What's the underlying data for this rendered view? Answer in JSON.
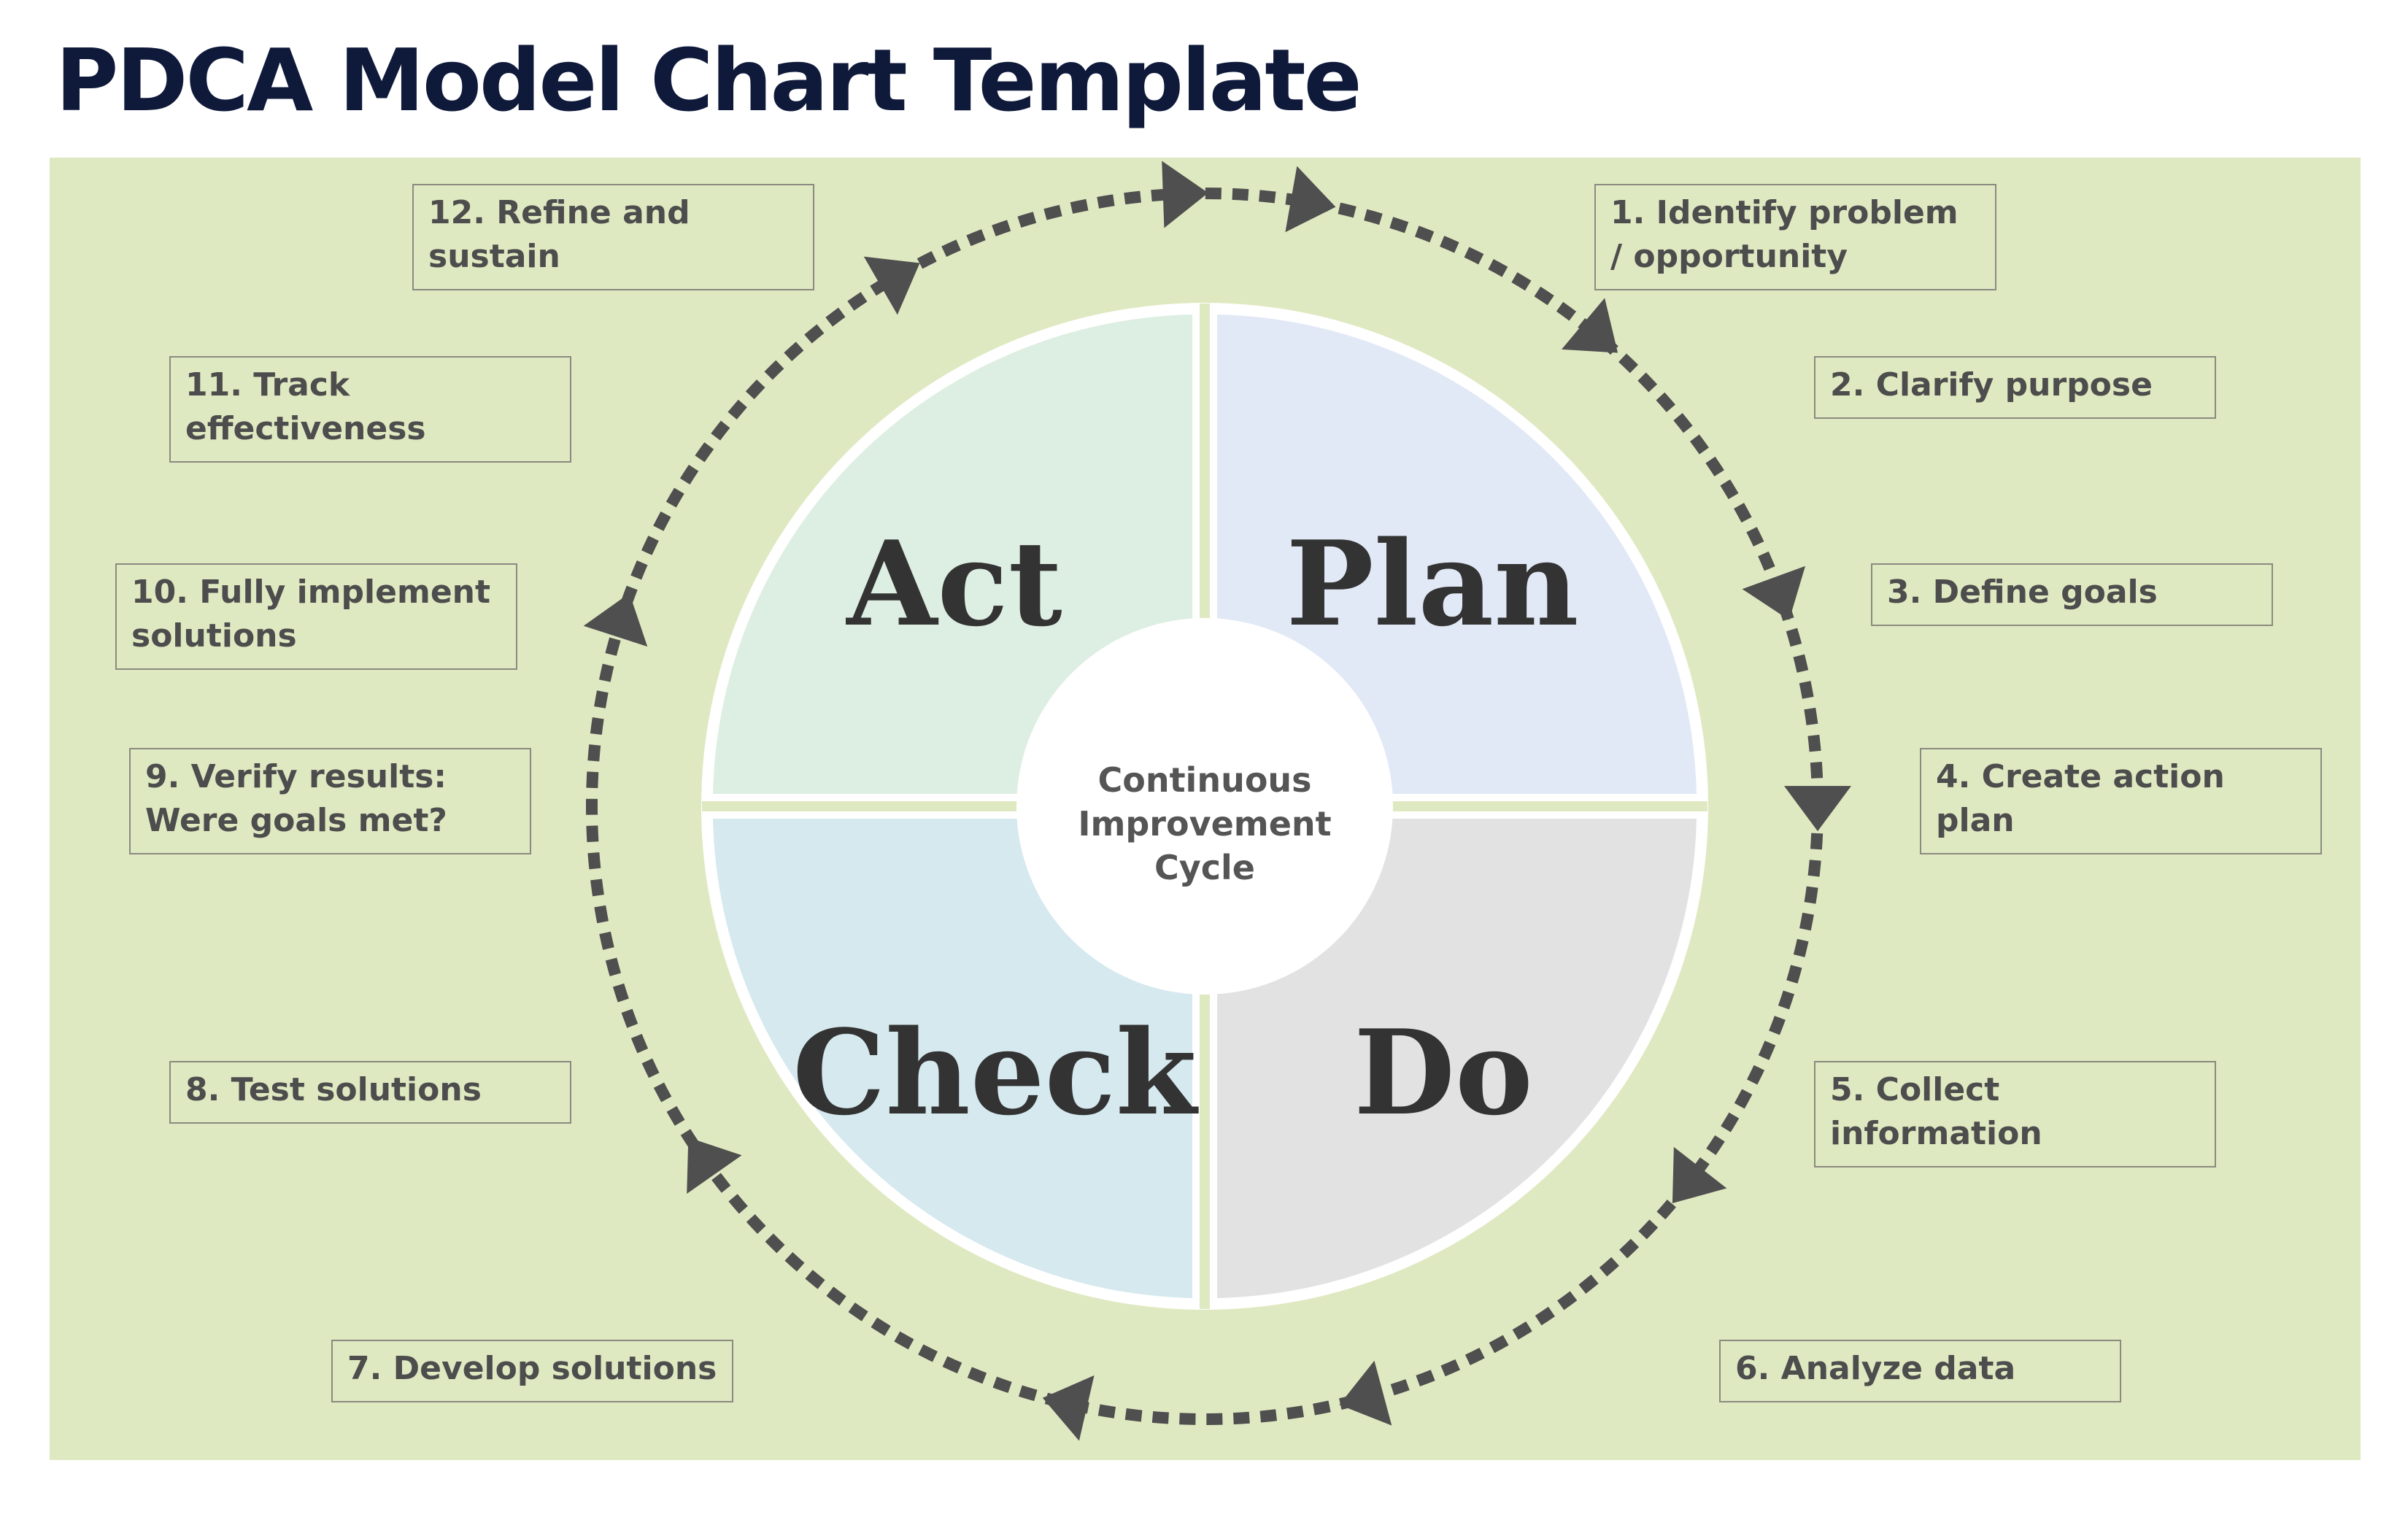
{
  "title": "PDCA Model Chart Template",
  "center": {
    "line1": "Continuous",
    "line2": "Improvement",
    "line3": "Cycle"
  },
  "quadrants": {
    "plan": {
      "label": "Plan",
      "color": "#e2e9f6"
    },
    "do": {
      "label": "Do",
      "color": "#e2e2e2"
    },
    "check": {
      "label": "Check",
      "color": "#d5e9ef"
    },
    "act": {
      "label": "Act",
      "color": "#ddeee2"
    }
  },
  "colors": {
    "background": "#dfe9c1",
    "title": "#0f1a3b",
    "arrow": "#4f4f4f",
    "step_text": "#4d4d4d",
    "quadrant_text": "#333333"
  },
  "steps": [
    {
      "text": "1. Identify problem / opportunity"
    },
    {
      "text": "2. Clarify purpose"
    },
    {
      "text": "3. Define goals"
    },
    {
      "text": "4. Create action plan"
    },
    {
      "text": "5. Collect information"
    },
    {
      "text": "6. Analyze data"
    },
    {
      "text": "7. Develop solutions"
    },
    {
      "text": "8. Test solutions"
    },
    {
      "text": "9. Verify results: Were goals met?"
    },
    {
      "text": "10. Fully implement solutions"
    },
    {
      "text": "11. Track effectiveness"
    },
    {
      "text": "12. Refine and sustain"
    }
  ]
}
